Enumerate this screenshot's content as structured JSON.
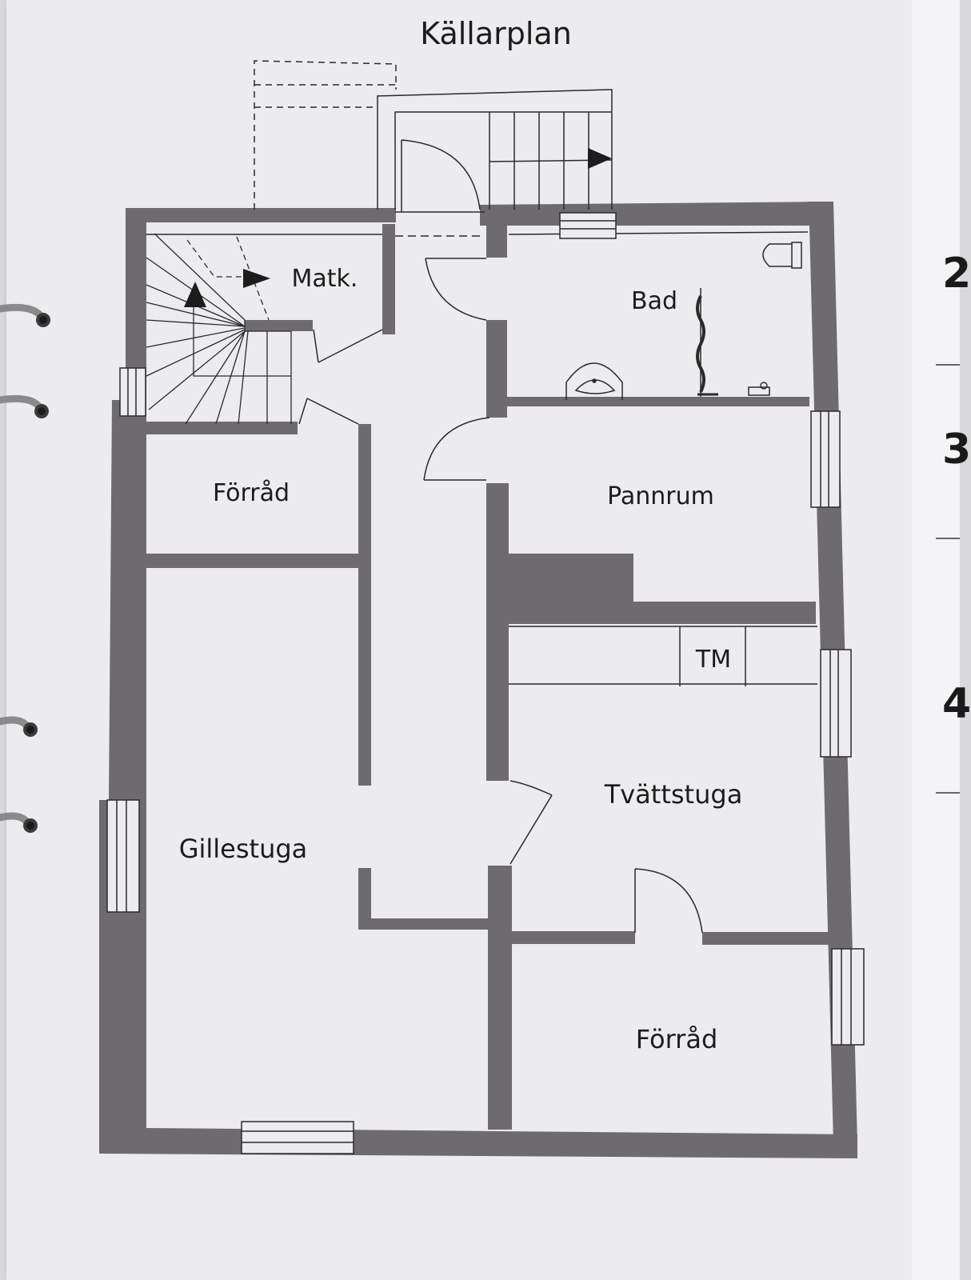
{
  "plan": {
    "title": "Källarplan",
    "rooms": {
      "matk": "Matk.",
      "bad": "Bad",
      "forrad_top": "Förråd",
      "pannrum": "Pannrum",
      "tm": "TM",
      "tvattstuga": "Tvättstuga",
      "gillestuga": "Gillestuga",
      "forrad_bottom": "Förråd"
    }
  },
  "binder": {
    "tab_numbers": [
      "2",
      "3",
      "4"
    ]
  },
  "colors": {
    "paper": "#ececef",
    "wall": "#6e6b70",
    "line": "#222222"
  }
}
